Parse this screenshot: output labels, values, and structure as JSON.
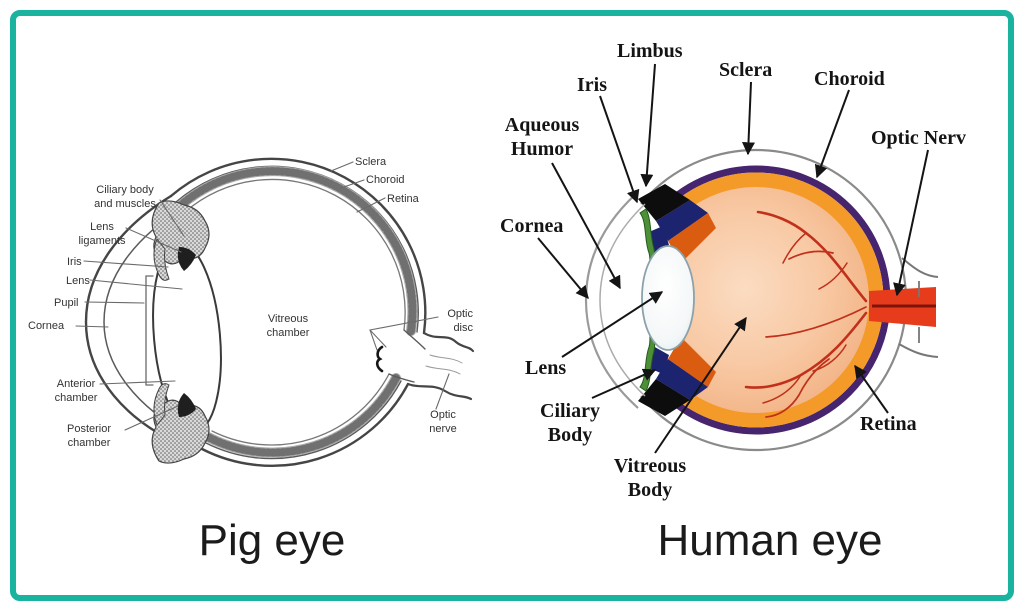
{
  "frame": {
    "border_color": "#19b3a0",
    "background": "#ffffff"
  },
  "pig": {
    "caption": "Pig eye",
    "colors": {
      "ink": "#454545"
    },
    "labels": {
      "sclera": "Sclera",
      "choroid": "Choroid",
      "retina": "Retina",
      "ciliary_body": "Ciliary body\nand muscles",
      "lens_ligaments": "Lens\nligaments",
      "iris": "Iris",
      "lens": "Lens",
      "pupil": "Pupil",
      "cornea": "Cornea",
      "anterior_chamber": "Anterior\nchamber",
      "posterior_chamber": "Posterior\nchamber",
      "vitreous_chamber": "Vitreous\nchamber",
      "optic_disc": "Optic\ndisc",
      "optic_nerve": "Optic\nnerve"
    }
  },
  "human": {
    "caption": "Human eye",
    "colors": {
      "sclera_outline": "#8a8a8a",
      "choroid_ring": "#46246e",
      "retina_ring": "#f49a28",
      "vitreous": "#f8c9a4",
      "vessels": "#c0301a",
      "optic_nerve": "#e63c1c",
      "iris_green": "#4e9038",
      "ciliary_blue": "#1c2470",
      "lens": "#ffffff"
    },
    "labels": {
      "limbus": "Limbus",
      "iris": "Iris",
      "sclera": "Sclera",
      "choroid": "Choroid",
      "optic_nerve": "Optic Nerv",
      "aqueous_humor": "Aqueous\nHumor",
      "cornea": "Cornea",
      "lens": "Lens",
      "ciliary_body": "Ciliary\nBody",
      "vitreous_body": "Vitreous\nBody",
      "retina": "Retina"
    }
  }
}
